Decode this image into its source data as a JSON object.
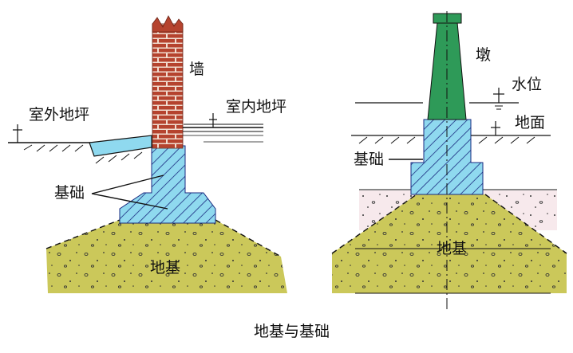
{
  "caption": "地基与基础",
  "left_diagram": {
    "wall": "墙",
    "outdoor_floor": "室外地坪",
    "indoor_floor": "室内地坪",
    "foundation": "基础",
    "subgrade": "地基"
  },
  "right_diagram": {
    "pier": "墩",
    "water_level": "水位",
    "ground": "地面",
    "foundation": "基础",
    "subgrade": "地基"
  },
  "colors": {
    "brick": "#b5432e",
    "mortar": "#f1ddd0",
    "foundation": "#8fd9ef",
    "subgrade": "#cbc85a",
    "pier": "#2e9a58",
    "ground_band": "#f7e9ec",
    "hatch": "#1a2a80",
    "ink": "#111111"
  }
}
